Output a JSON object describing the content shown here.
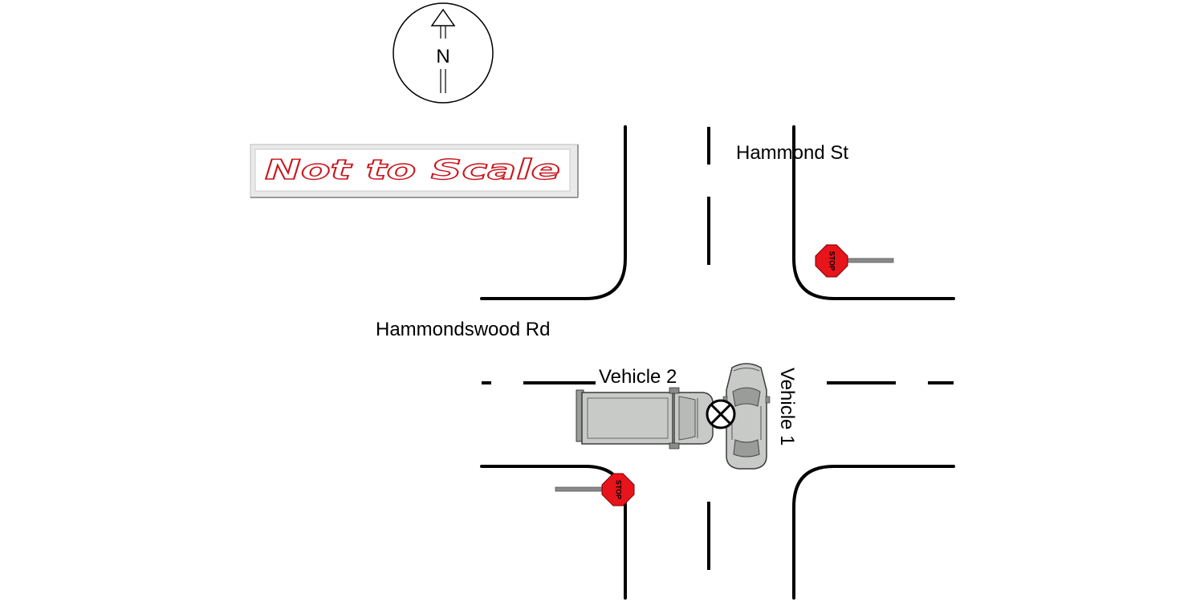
{
  "compass": {
    "label": "N"
  },
  "scale_note": {
    "text": "Not to Scale",
    "color": "#c8161d"
  },
  "streets": {
    "north_south": "Hammond St",
    "east_west": "Hammondswood Rd"
  },
  "vehicles": {
    "vehicle_1": {
      "label": "Vehicle 1"
    },
    "vehicle_2": {
      "label": "Vehicle 2"
    }
  },
  "signs": {
    "stop_ne": {
      "text": "STOP",
      "color": "#e8141b"
    },
    "stop_sw": {
      "text": "STOP",
      "color": "#e8141b"
    }
  },
  "colors": {
    "vehicle_body": "#c8cac8",
    "vehicle_outline": "#3a3a3a",
    "road_line": "#000000",
    "sign_post": "#8a8a8a"
  }
}
